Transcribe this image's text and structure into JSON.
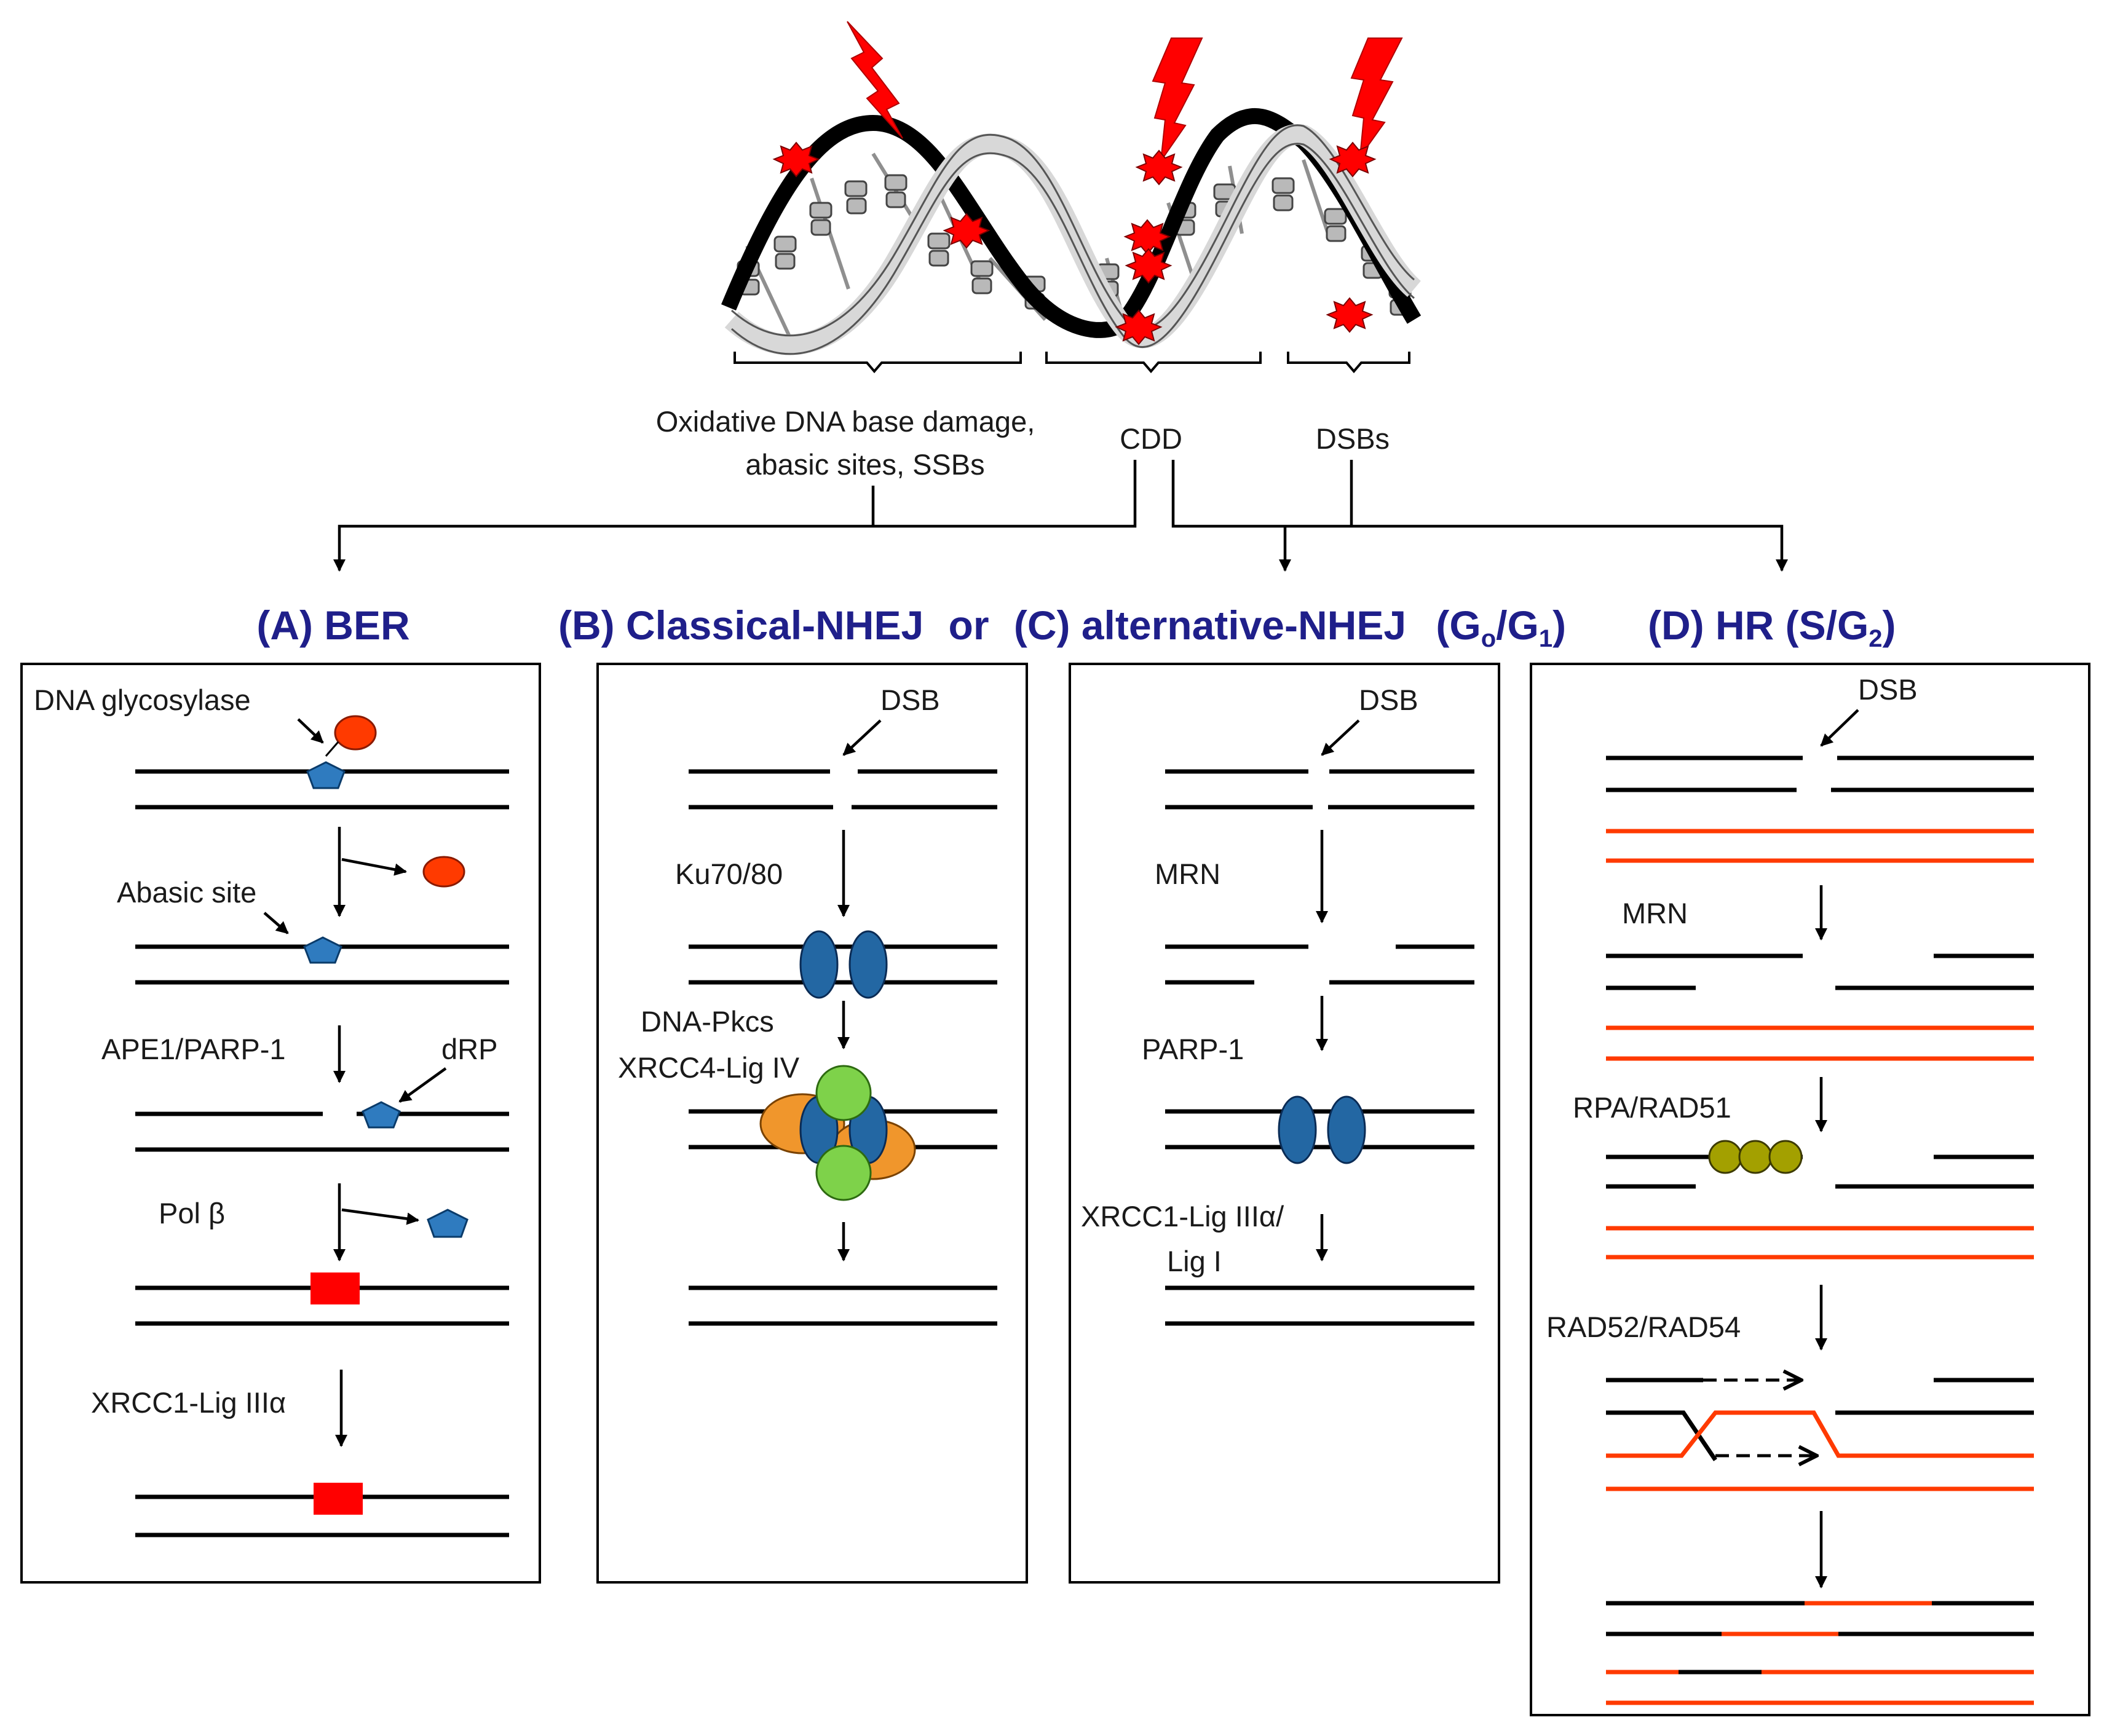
{
  "colors": {
    "title": "#1f1f8a",
    "strand": "#000000",
    "donor_strand": "#ff3a00",
    "glycosylase": "#ff3a00",
    "pentagon": "#2f7bbf",
    "ku_oval": "#2367a3",
    "dna_pkcs": "#7ed24a",
    "lig_iv": "#f0962c",
    "repair_patch": "#ff0000",
    "rpa_bead": "#a3a000",
    "lightning": "#ff0000",
    "damage_burst": "#ff0000"
  },
  "top": {
    "damage_left_line1": "Oxidative DNA base damage,",
    "damage_left_line2": "abasic sites, SSBs",
    "damage_mid": "CDD",
    "damage_right": "DSBs"
  },
  "titles": {
    "ber": "(A) BER",
    "nhej_b": "(B) Classical-NHEJ",
    "nhej_or": "or",
    "nhej_c": "(C) alternative-NHEJ",
    "nhej_phase_open": "(G",
    "nhej_phase_o": "o",
    "nhej_phase_slash": "/G",
    "nhej_phase_1": "1",
    "nhej_phase_close": ")",
    "hr": "(D) HR (S/G",
    "hr_sub": "2",
    "hr_close": ")"
  },
  "ber": {
    "glycosylase": "DNA glycosylase",
    "abasic": "Abasic site",
    "ape1": "APE1/PARP-1",
    "drp": "dRP",
    "polb": "Pol β",
    "xrcc1": "XRCC1-Lig IIIα"
  },
  "cnhej": {
    "dsb": "DSB",
    "ku": "Ku70/80",
    "pkcs": "DNA-Pkcs",
    "xrcc4": "XRCC4-Lig IV"
  },
  "anhej": {
    "dsb": "DSB",
    "mrn": "MRN",
    "parp": "PARP-1",
    "xrcc1_line1": "XRCC1-Lig IIIα/",
    "xrcc1_line2": "Lig I"
  },
  "hr": {
    "dsb": "DSB",
    "mrn": "MRN",
    "rpa": "RPA/RAD51",
    "rad52": "RAD52/RAD54"
  }
}
